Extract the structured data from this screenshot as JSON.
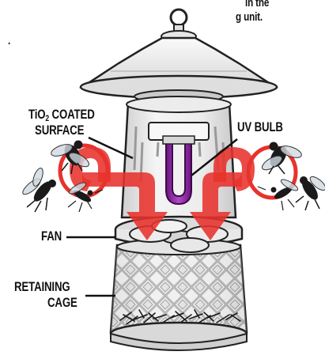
{
  "intro_text": {
    "line1": "in the",
    "line2": "g unit.",
    "line3": "."
  },
  "labels": {
    "tio2_prefix": "TiO",
    "tio2_subscript": "2",
    "tio2_suffix": " COATED",
    "surface": "SURFACE",
    "uv_bulb": "UV BULB",
    "fan": "FAN",
    "retaining": "RETAINING",
    "cage": "CAGE"
  },
  "colors": {
    "arrow_red": "#e8322c",
    "bulb_purple": "#8b1fa0",
    "body_gray": "#e3e3e3",
    "outline": "#222222"
  }
}
